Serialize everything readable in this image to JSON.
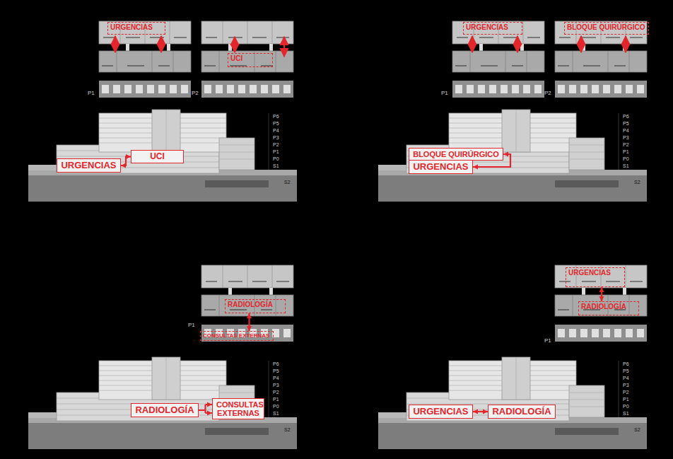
{
  "diagram": {
    "nodes": [
      {
        "text": [
          "URGENCIAS"
        ]
      },
      {
        "text": [
          "UCI"
        ]
      },
      {
        "text": [
          "URGENCIAS"
        ]
      },
      {
        "text": [
          "UCI"
        ]
      },
      {
        "text": [
          "URGENCIAS"
        ]
      },
      {
        "text": [
          "BLOQUE QUIRÚRGICO"
        ]
      },
      {
        "text": [
          "BLOQUE QUIRÚRGICO"
        ]
      },
      {
        "text": [
          "URGENCIAS"
        ]
      },
      {
        "text": [
          "RADIOLOGÍA"
        ]
      },
      {
        "text": [
          "CONSULTAS EXTERNAS"
        ]
      },
      {
        "text": [
          "RADIOLOGÍA"
        ]
      },
      {
        "text": [
          "CONSULTAS EXTERNAS"
        ]
      },
      {
        "text": [
          "URGENCIAS"
        ]
      },
      {
        "text": [
          "RADIOLOGÍA"
        ]
      },
      {
        "text": [
          "URGENCIAS"
        ]
      },
      {
        "text": [
          "RADIOLOGÍA"
        ]
      }
    ],
    "edges": [
      {
        "from": 2,
        "to": 3,
        "arrow": "both"
      },
      {
        "from": 6,
        "to": 7,
        "arrow": "both"
      },
      {
        "from": 8,
        "to": 9,
        "arrow": "both"
      },
      {
        "from": 10,
        "to": 11,
        "arrow": "to"
      },
      {
        "from": 12,
        "to": 13,
        "arrow": "both"
      },
      {
        "from": 14,
        "to": 15,
        "arrow": "both"
      }
    ],
    "labels": [
      "P6",
      "P5",
      "P4",
      "P3",
      "P2",
      "P1",
      "P0",
      "S1",
      "S2",
      "P6",
      "P5",
      "P4",
      "P3",
      "P2",
      "P1",
      "P0",
      "S1",
      "S2",
      "P6",
      "P5",
      "P4",
      "P3",
      "P2",
      "P1",
      "P0",
      "S1",
      "S2",
      "P6",
      "P5",
      "P4",
      "P3",
      "P2",
      "P1",
      "P0",
      "S1",
      "S2",
      "P1",
      "P2",
      "P1",
      "P2",
      "P1",
      "P1"
    ]
  }
}
